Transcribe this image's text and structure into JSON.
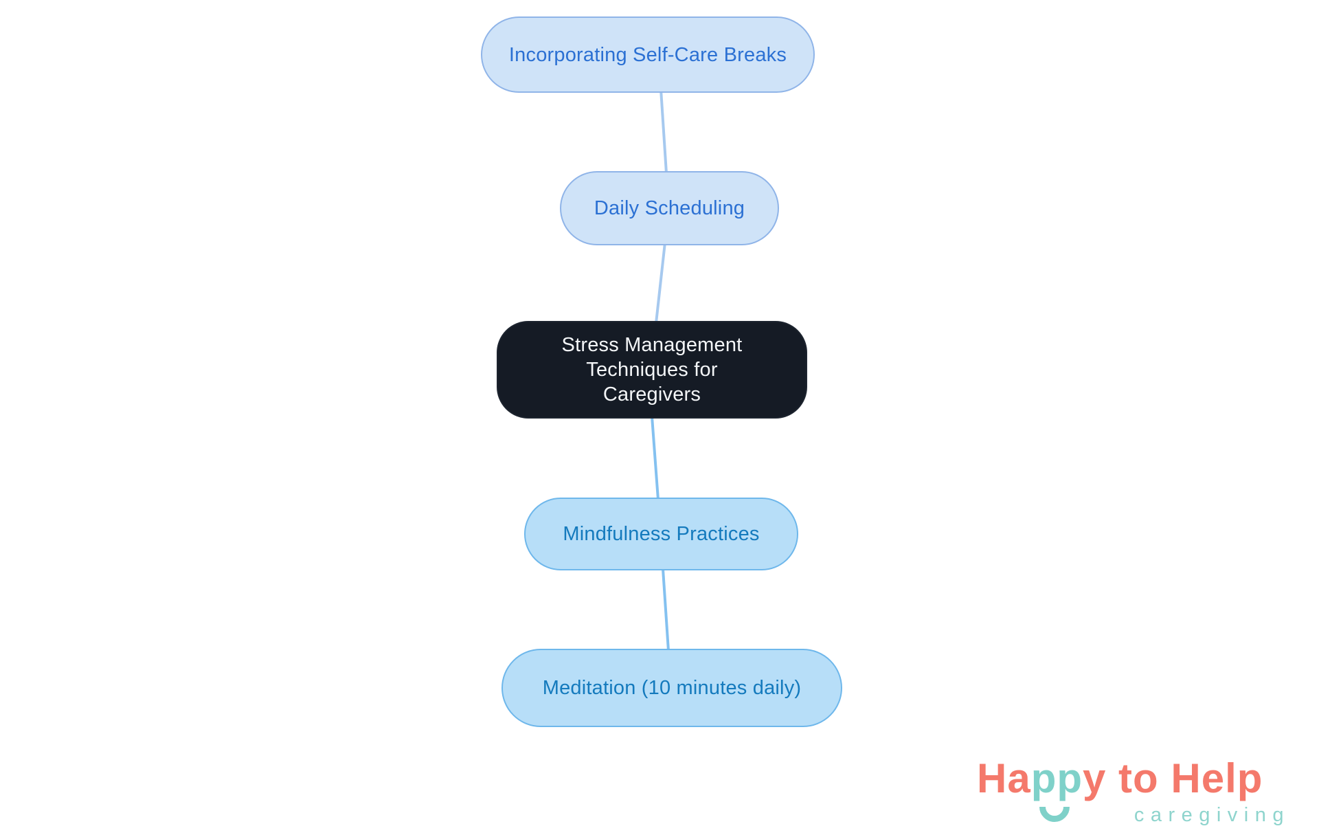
{
  "diagram": {
    "nodes": [
      {
        "id": "incorporating-self-care-breaks",
        "label": "Incorporating Self-Care Breaks",
        "role": "branch",
        "palette": "periwinkle"
      },
      {
        "id": "daily-scheduling",
        "label": "Daily Scheduling",
        "role": "branch",
        "palette": "periwinkle"
      },
      {
        "id": "stress-management-techniques",
        "label": "Stress Management Techniques for Caregivers",
        "role": "center",
        "palette": "dark"
      },
      {
        "id": "mindfulness-practices",
        "label": "Mindfulness Practices",
        "role": "branch",
        "palette": "sky"
      },
      {
        "id": "meditation-10-minutes-daily",
        "label": "Meditation (10 minutes daily)",
        "role": "branch",
        "palette": "sky"
      }
    ],
    "edges": [
      {
        "from": "incorporating-self-care-breaks",
        "to": "daily-scheduling"
      },
      {
        "from": "daily-scheduling",
        "to": "stress-management-techniques"
      },
      {
        "from": "stress-management-techniques",
        "to": "mindfulness-practices"
      },
      {
        "from": "mindfulness-practices",
        "to": "meditation-10-minutes-daily"
      }
    ],
    "colors": {
      "periwinkle_fill": "#cfe3f8",
      "periwinkle_border": "#8fb4e8",
      "periwinkle_text": "#2b70d3",
      "sky_fill": "#b7def8",
      "sky_border": "#6eb7eb",
      "sky_text": "#147abd",
      "dark_fill": "#151b25",
      "dark_text": "#f4f6f8",
      "connector_upper": "#a6c9ef",
      "connector_lower": "#84c1f0"
    }
  },
  "logo": {
    "word_happy_start": "Ha",
    "word_happy_pp": "pp",
    "word_happy_end": "y",
    "word_to": " to ",
    "word_help": "Help",
    "tagline": "caregiving",
    "colors": {
      "coral": "#f4796b",
      "teal": "#7fd1c9"
    }
  }
}
